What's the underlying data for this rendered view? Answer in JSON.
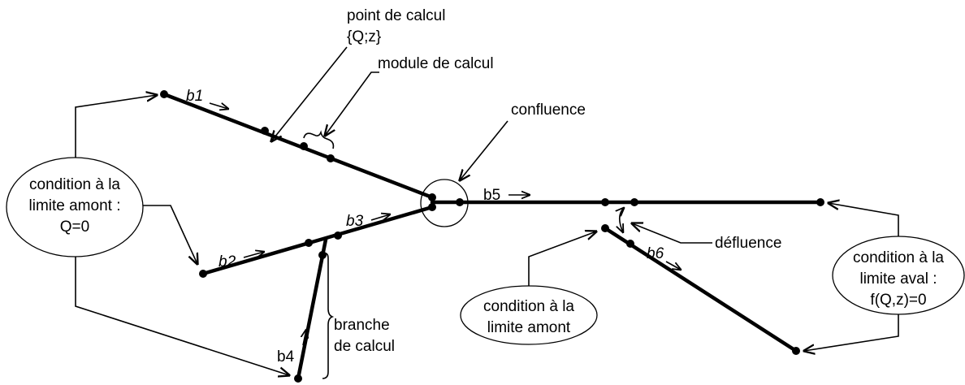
{
  "labels": {
    "point_de_calcul": "point de calcul",
    "point_de_calcul_values": "{Q;z}",
    "module_de_calcul": "module de calcul",
    "confluence": "confluence",
    "defluence": "défluence",
    "branche_line1": "branche",
    "branche_line2": "de calcul"
  },
  "conditions": {
    "amont_left": [
      "condition à la",
      "limite amont :",
      "Q=0"
    ],
    "amont_mid": [
      "condition à la",
      "limite amont"
    ],
    "aval_right": [
      "condition à la",
      "limite aval :",
      "f(Q,z)=0"
    ]
  },
  "branches": {
    "b1": "b1",
    "b2": "b2",
    "b3": "b3",
    "b4": "b4",
    "b5": "b5",
    "b6": "b6"
  }
}
